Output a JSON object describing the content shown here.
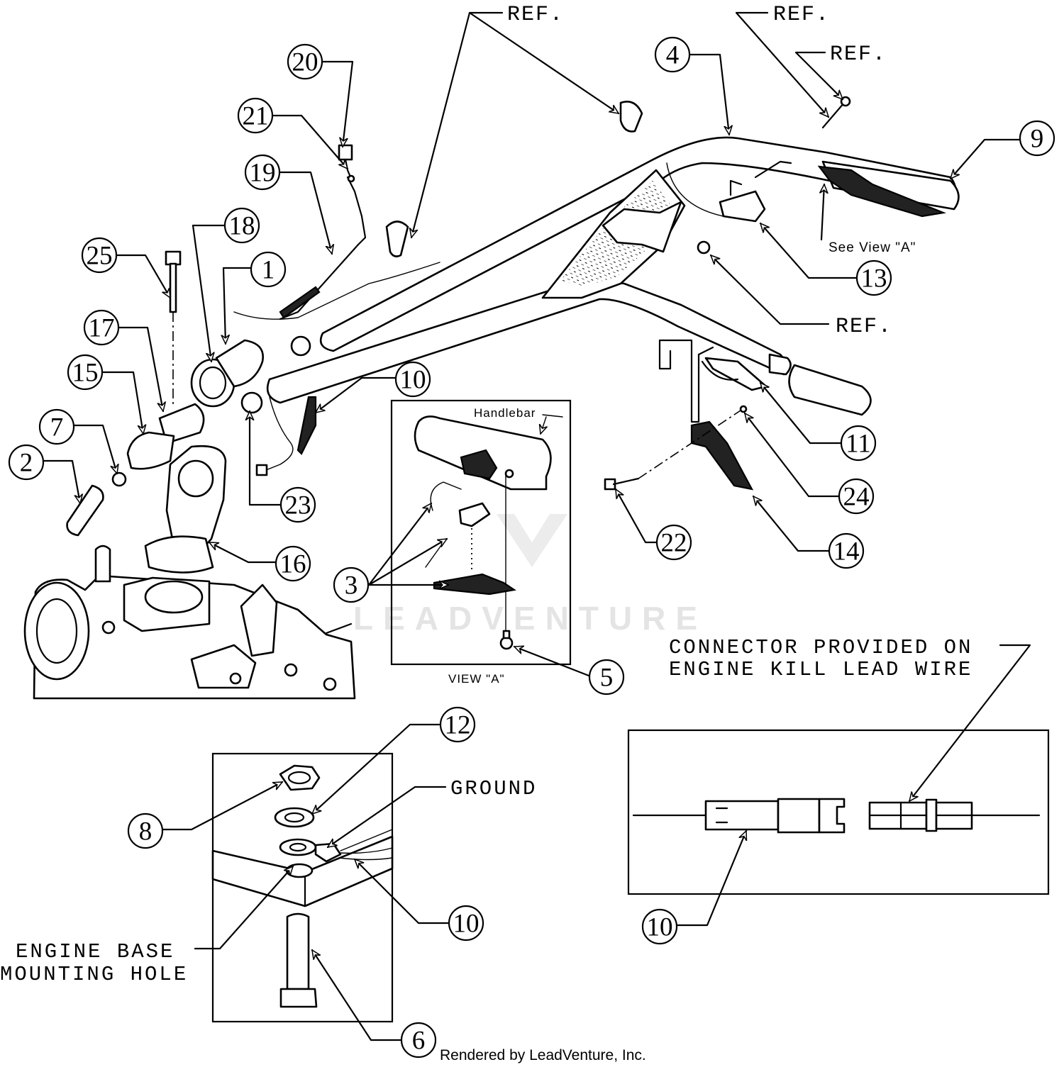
{
  "callouts": [
    {
      "id": "1",
      "label": "1"
    },
    {
      "id": "2",
      "label": "2"
    },
    {
      "id": "3",
      "label": "3"
    },
    {
      "id": "4",
      "label": "4"
    },
    {
      "id": "5",
      "label": "5"
    },
    {
      "id": "6",
      "label": "6"
    },
    {
      "id": "7",
      "label": "7"
    },
    {
      "id": "8",
      "label": "8"
    },
    {
      "id": "9",
      "label": "9"
    },
    {
      "id": "10a",
      "label": "10"
    },
    {
      "id": "10b",
      "label": "10"
    },
    {
      "id": "10c",
      "label": "10"
    },
    {
      "id": "11",
      "label": "11"
    },
    {
      "id": "12",
      "label": "12"
    },
    {
      "id": "13",
      "label": "13"
    },
    {
      "id": "14",
      "label": "14"
    },
    {
      "id": "15",
      "label": "15"
    },
    {
      "id": "16",
      "label": "16"
    },
    {
      "id": "17",
      "label": "17"
    },
    {
      "id": "18",
      "label": "18"
    },
    {
      "id": "19",
      "label": "19"
    },
    {
      "id": "20",
      "label": "20"
    },
    {
      "id": "21",
      "label": "21"
    },
    {
      "id": "22",
      "label": "22"
    },
    {
      "id": "23",
      "label": "23"
    },
    {
      "id": "24",
      "label": "24"
    },
    {
      "id": "25",
      "label": "25"
    }
  ],
  "ref_labels": {
    "ref_top_center": "REF.",
    "ref_top_right_1": "REF.",
    "ref_top_right_2": "REF.",
    "ref_mid_right": "REF."
  },
  "see_view_a": "See View \"A\"",
  "view_a": {
    "caption": "VIEW \"A\"",
    "handlebar_label": "Handlebar"
  },
  "ground_label": "GROUND",
  "engine_base_label": {
    "line1": "ENGINE BASE",
    "line2": "MOUNTING HOLE"
  },
  "connector_label": {
    "line1": "CONNECTOR PROVIDED ON",
    "line2": "ENGINE KILL LEAD WIRE"
  },
  "watermark": "LEADVENTURE",
  "credit": "Rendered by LeadVenture, Inc."
}
